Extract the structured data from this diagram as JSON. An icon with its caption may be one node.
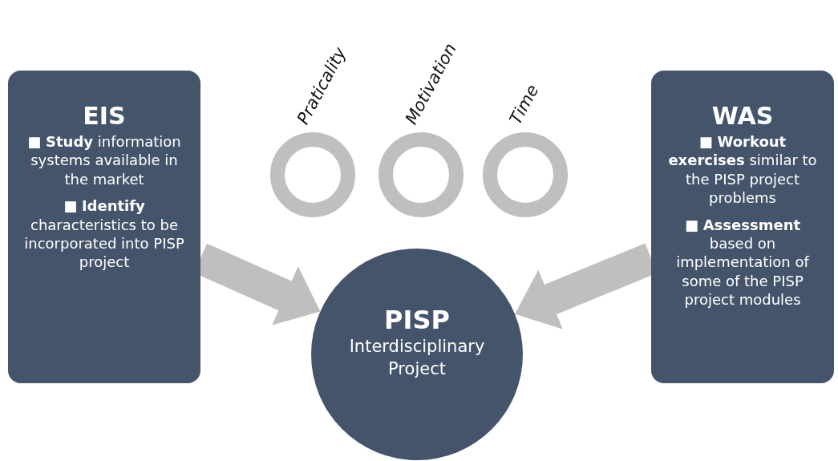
{
  "diagram": {
    "nodes": [
      {
        "text": [
          "EIS",
          "■ **Study** information systems available in the market",
          "■ **Identify** characteristics to be incorporated into PISP project"
        ]
      },
      {
        "text": [
          "Praticality"
        ]
      },
      {
        "text": [
          "Motivation"
        ]
      },
      {
        "text": [
          "Time"
        ]
      },
      {
        "text": [
          "WAS",
          "■ **Workout exercises** similar to the PISP project problems",
          "■ **Assessment** based on implementation of some of the PISP project modules"
        ]
      },
      {
        "text": [
          "PISP",
          "Interdisciplinary Project"
        ]
      }
    ],
    "edges": [
      {
        "from": 0,
        "to": 5,
        "arrow": "to"
      },
      {
        "from": 4,
        "to": 5,
        "arrow": "to"
      }
    ]
  }
}
